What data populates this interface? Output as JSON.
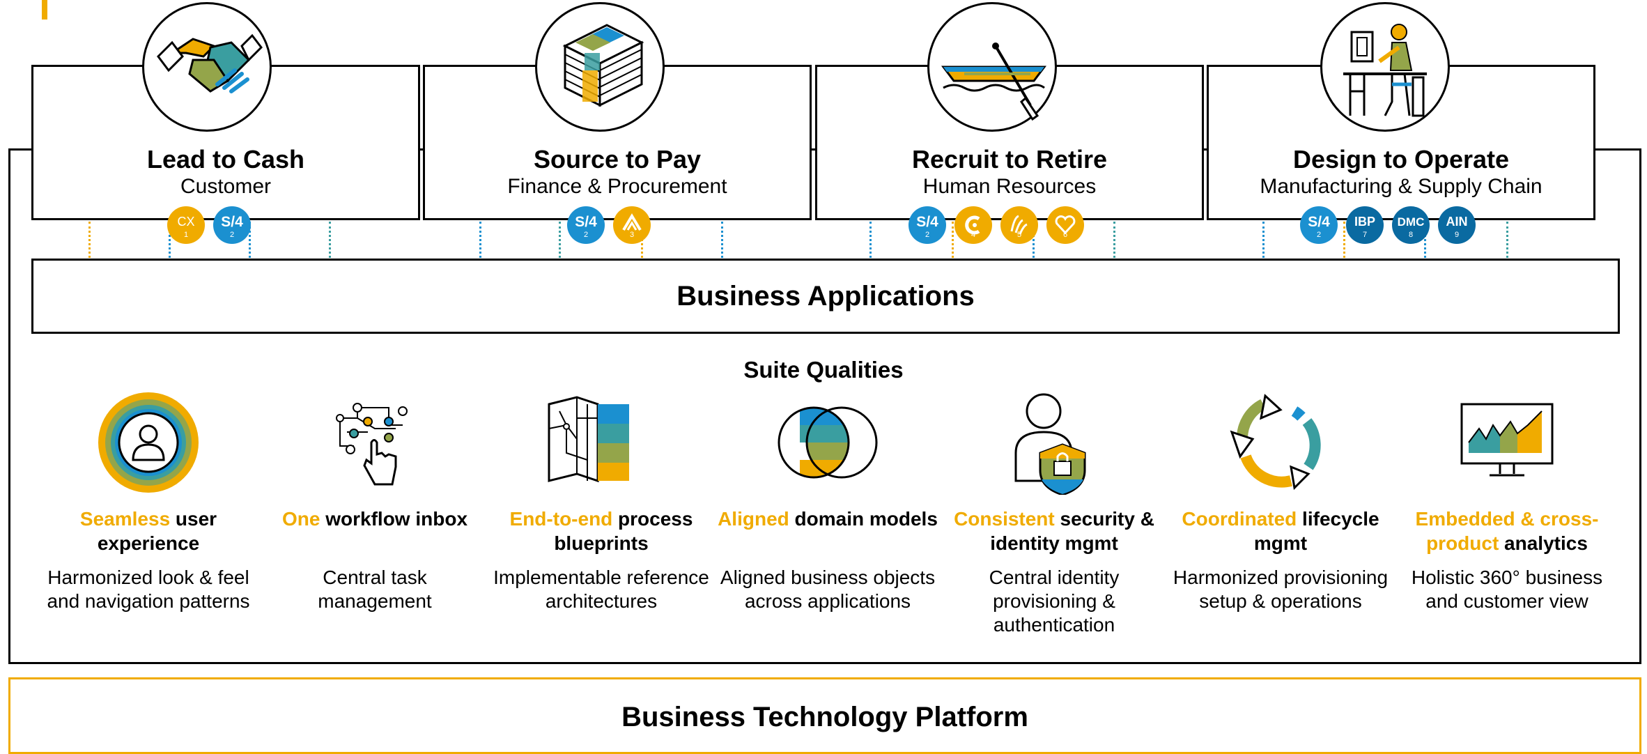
{
  "processes": [
    {
      "title": "Lead to Cash",
      "subtitle": "Customer",
      "icon": "handshake-icon",
      "badges": [
        {
          "label": "CX",
          "num": "1",
          "color": "gold"
        },
        {
          "label": "S/4",
          "num": "2",
          "color": "blue"
        }
      ]
    },
    {
      "title": "Source to Pay",
      "subtitle": "Finance & Procurement",
      "icon": "money-stack-icon",
      "badges": [
        {
          "label": "S/4",
          "num": "2",
          "color": "blue"
        },
        {
          "label": "ariba-logo",
          "num": "3",
          "color": "gold"
        }
      ]
    },
    {
      "title": "Recruit to Retire",
      "subtitle": "Human Resources",
      "icon": "rowing-boat-icon",
      "badges": [
        {
          "label": "S/4",
          "num": "2",
          "color": "blue"
        },
        {
          "label": "concur-logo",
          "num": "4",
          "color": "gold"
        },
        {
          "label": "fieldglass-logo",
          "num": "5",
          "color": "gold"
        },
        {
          "label": "successfactors-logo",
          "num": "6",
          "color": "gold"
        }
      ]
    },
    {
      "title": "Design to Operate",
      "subtitle": "Manufacturing & Supply Chain",
      "icon": "worker-at-desk-icon",
      "badges": [
        {
          "label": "S/4",
          "num": "2",
          "color": "blue"
        },
        {
          "label": "IBP",
          "num": "7",
          "color": "dark"
        },
        {
          "label": "DMC",
          "num": "8",
          "color": "dark"
        },
        {
          "label": "AIN",
          "num": "9",
          "color": "dark"
        }
      ]
    }
  ],
  "business_applications": "Business Applications",
  "suite_title": "Suite Qualities",
  "qualities": [
    {
      "highlight": "Seamless",
      "rest": " user experience",
      "desc": "Harmonized look & feel and navigation patterns",
      "icon": "user-circle-icon"
    },
    {
      "highlight": "One",
      "rest": " workflow inbox",
      "desc": "Central task management",
      "icon": "workflow-touch-icon"
    },
    {
      "highlight": "End-to-end",
      "rest": " process blueprints",
      "desc": "Implementable reference architectures",
      "icon": "map-blueprint-icon"
    },
    {
      "highlight": "Aligned",
      "rest": " domain models",
      "desc": "Aligned business objects across applications",
      "icon": "venn-icon"
    },
    {
      "highlight": "Consistent",
      "rest": " security & identity mgmt",
      "desc": "Central identity provisioning & authentication",
      "icon": "user-shield-icon"
    },
    {
      "highlight": "Coordinated",
      "rest": " lifecycle mgmt",
      "desc": "Harmonized provisioning setup & operations",
      "icon": "cycle-arrows-icon"
    },
    {
      "highlight": "Embedded & cross-product",
      "rest": " analytics",
      "desc": "Holistic 360° business and customer view",
      "icon": "monitor-chart-icon"
    }
  ],
  "platform": "Business Technology Platform",
  "colors": {
    "gold": "#f0ab00",
    "blue": "#1b90d0",
    "dark": "#0a6aa1",
    "teal": "#3a9ea0",
    "olive": "#94a54a"
  }
}
